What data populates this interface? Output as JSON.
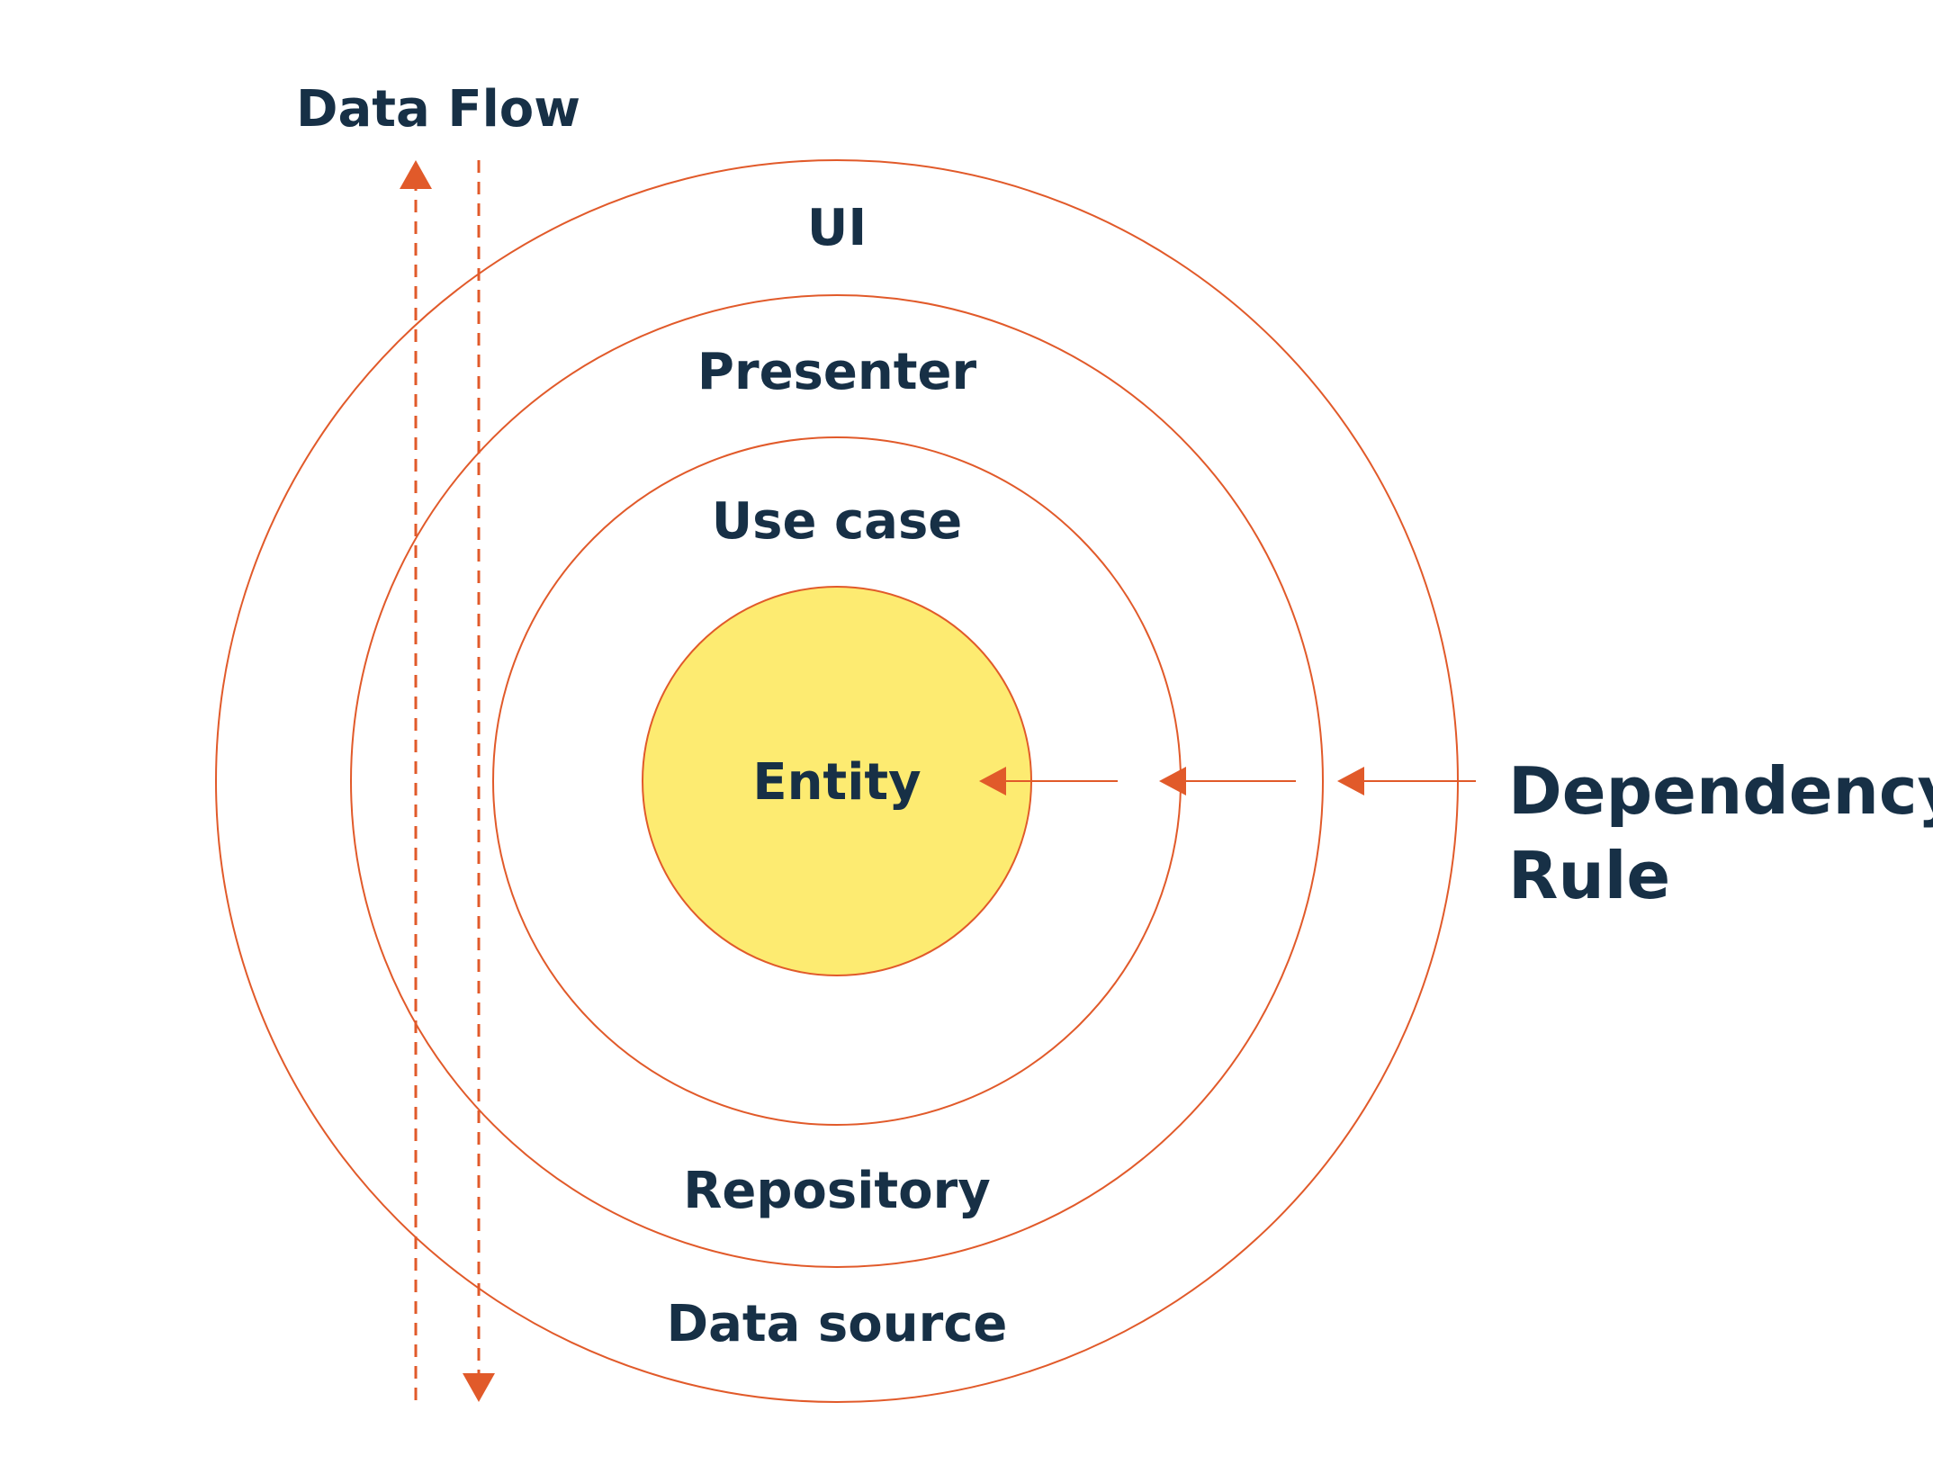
{
  "diagram": {
    "title": "Data Flow",
    "layers": {
      "ui": "UI",
      "presenter": "Presenter",
      "use_case": "Use case",
      "entity": "Entity",
      "repository": "Repository",
      "data_source": "Data source"
    },
    "dependency_rule": {
      "line1": "Dependency",
      "line2": "Rule"
    },
    "colors": {
      "ring_stroke": "#E15A2A",
      "arrow": "#E15A2A",
      "entity_fill": "#FDEB71",
      "text": "#173046",
      "background": "#FFFFFF"
    }
  }
}
